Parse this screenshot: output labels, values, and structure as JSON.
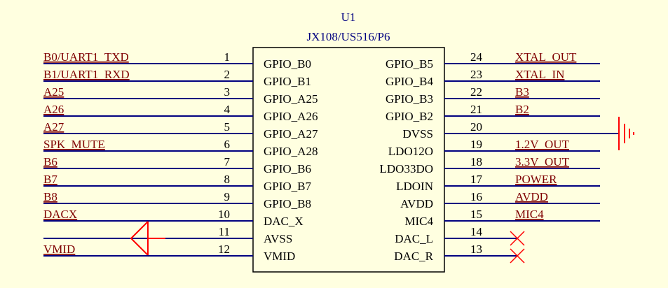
{
  "component": {
    "designator": "U1",
    "part_name": "JX108/US516/P6"
  },
  "colors": {
    "background": "#ffffe0",
    "wire": "#000080",
    "body_outline": "#000000",
    "body_fill": "#ffffe0",
    "net_label": "#7f0000",
    "designator": "#000080",
    "power_symbol": "#ff0000",
    "no_connect": "#ff0000",
    "text": "#000000"
  },
  "left_pins": [
    {
      "num": "1",
      "pin_name": "GPIO_B0",
      "net": "B0/UART1_TXD",
      "symbol": "none"
    },
    {
      "num": "2",
      "pin_name": "GPIO_B1",
      "net": "B1/UART1_RXD",
      "symbol": "none"
    },
    {
      "num": "3",
      "pin_name": "GPIO_A25",
      "net": "A25",
      "symbol": "none"
    },
    {
      "num": "4",
      "pin_name": "GPIO_A26",
      "net": "A26",
      "symbol": "none"
    },
    {
      "num": "5",
      "pin_name": "GPIO_A27",
      "net": "A27",
      "symbol": "none"
    },
    {
      "num": "6",
      "pin_name": "GPIO_A28",
      "net": "SPK_MUTE",
      "symbol": "none"
    },
    {
      "num": "7",
      "pin_name": "GPIO_B6",
      "net": "B6",
      "symbol": "none"
    },
    {
      "num": "8",
      "pin_name": "GPIO_B7",
      "net": "B7",
      "symbol": "none"
    },
    {
      "num": "9",
      "pin_name": "GPIO_B8",
      "net": "B8",
      "symbol": "none"
    },
    {
      "num": "10",
      "pin_name": "DAC_X",
      "net": "DACX",
      "symbol": "none"
    },
    {
      "num": "11",
      "pin_name": "AVSS",
      "net": "",
      "symbol": "analog-ground-icon"
    },
    {
      "num": "12",
      "pin_name": "VMID",
      "net": "VMID",
      "symbol": "none"
    }
  ],
  "right_pins": [
    {
      "num": "24",
      "pin_name": "GPIO_B5",
      "net": "XTAL_OUT",
      "symbol": "none"
    },
    {
      "num": "23",
      "pin_name": "GPIO_B4",
      "net": "XTAL_IN",
      "symbol": "none"
    },
    {
      "num": "22",
      "pin_name": "GPIO_B3",
      "net": "B3",
      "symbol": "none"
    },
    {
      "num": "21",
      "pin_name": "GPIO_B2",
      "net": "B2",
      "symbol": "none"
    },
    {
      "num": "20",
      "pin_name": "DVSS",
      "net": "",
      "symbol": "ground-icon"
    },
    {
      "num": "19",
      "pin_name": "LDO12O",
      "net": "1.2V_OUT",
      "symbol": "none"
    },
    {
      "num": "18",
      "pin_name": "LDO33DO",
      "net": "3.3V_OUT",
      "symbol": "none"
    },
    {
      "num": "17",
      "pin_name": "LDOIN",
      "net": "POWER",
      "symbol": "none"
    },
    {
      "num": "16",
      "pin_name": "AVDD",
      "net": "AVDD",
      "symbol": "none"
    },
    {
      "num": "15",
      "pin_name": "MIC4",
      "net": "MIC4",
      "symbol": "none"
    },
    {
      "num": "14",
      "pin_name": "DAC_L",
      "net": "",
      "symbol": "no-connect-icon"
    },
    {
      "num": "13",
      "pin_name": "DAC_R",
      "net": "",
      "symbol": "no-connect-icon"
    }
  ]
}
